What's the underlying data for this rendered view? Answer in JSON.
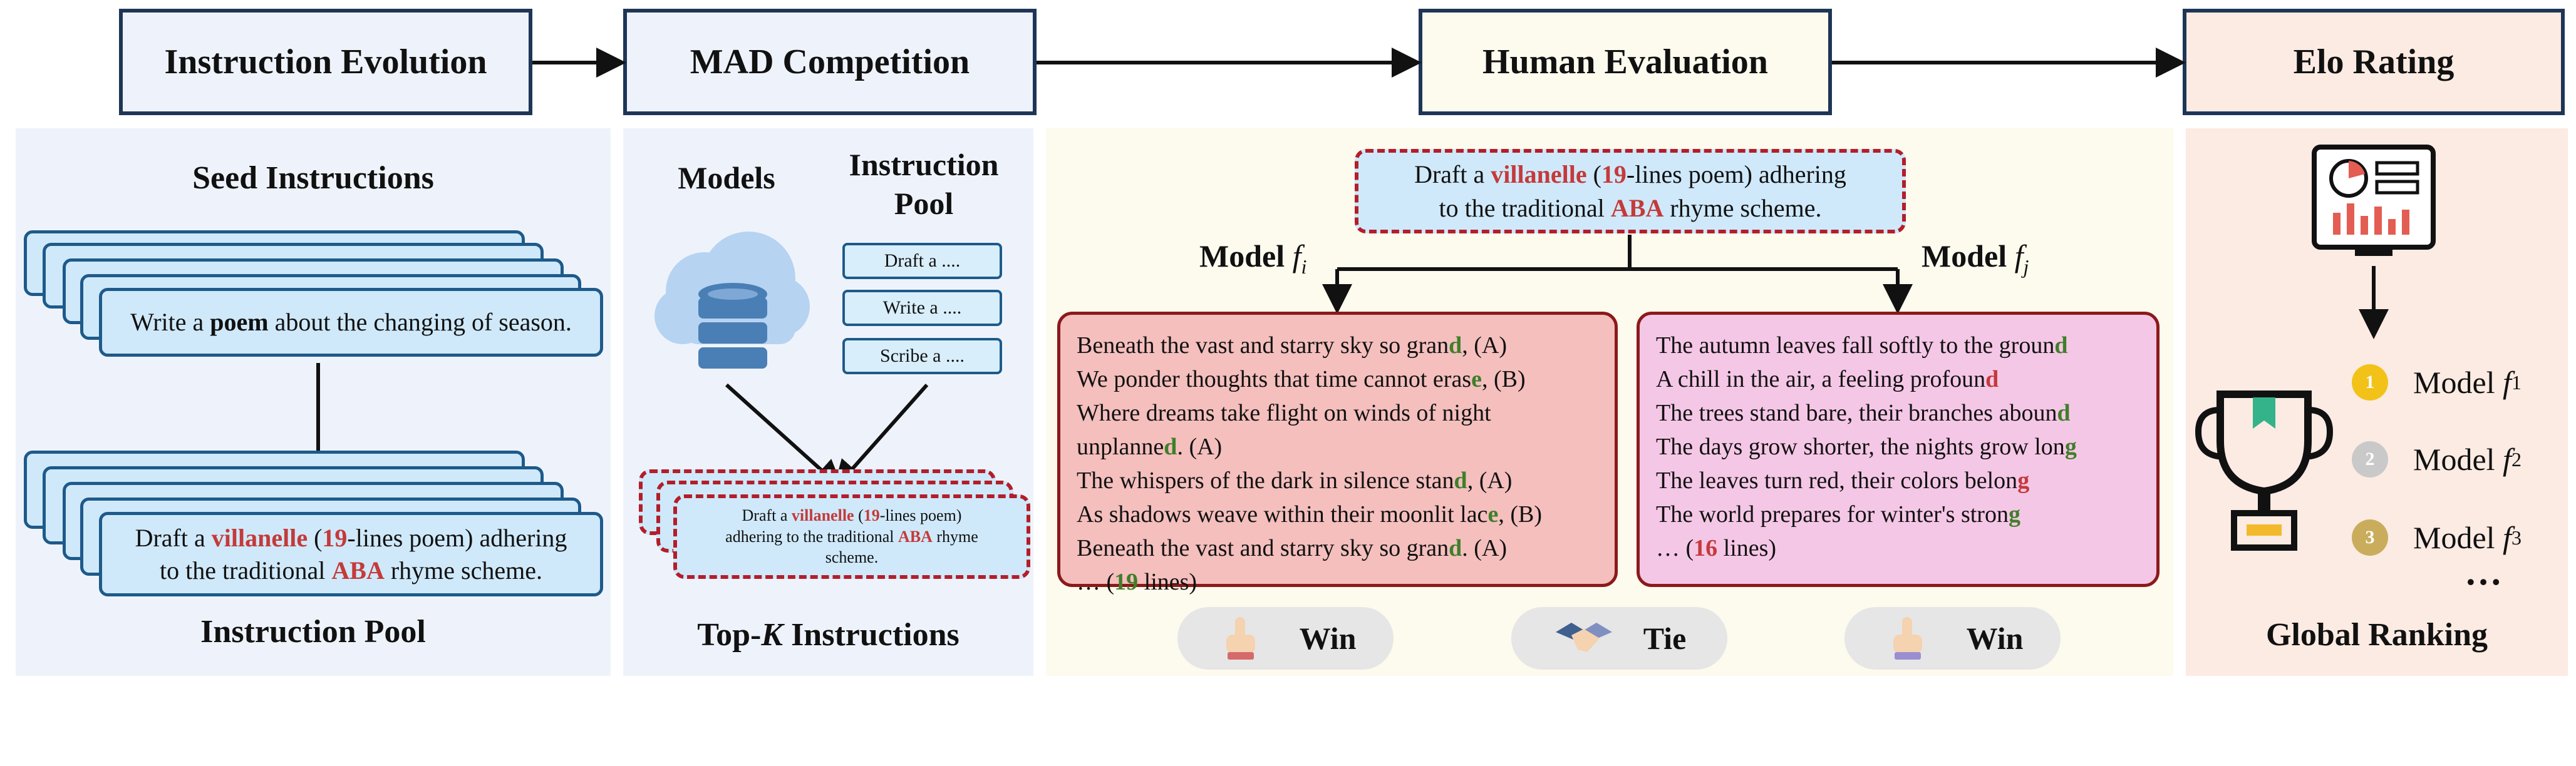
{
  "stages": {
    "instruction_evolution": "Instruction Evolution",
    "mad_competition": "MAD Competition",
    "human_evaluation": "Human Evaluation",
    "elo_rating": "Elo Rating"
  },
  "panel1": {
    "seed_title": "Seed Instructions",
    "seed_text_1": "Write a ",
    "seed_text_bold": "poem",
    "seed_text_2": " about the changing of season.",
    "pool_title": "Instruction Pool"
  },
  "evolved_instruction": {
    "p1": "Draft a ",
    "r1": "villanelle",
    "p2": " (",
    "r2": "19",
    "p3": "-lines poem) adhering",
    "p4": "to the traditional ",
    "r3": "ABA",
    "p5": " rhyme scheme.",
    "small_p3": "-lines poem)",
    "small_p4": "adhering to the traditional ",
    "small_p5": " rhyme",
    "small_p6": "scheme."
  },
  "panel2": {
    "models_title": "Models",
    "pool_title_1": "Instruction",
    "pool_title_2": "Pool",
    "pool_items": [
      "Draft a ....",
      "Write a ....",
      "Scribe a ...."
    ],
    "topk_1": "Top-",
    "topk_k": "K",
    "topk_2": " Instructions"
  },
  "panel3": {
    "model_word": "Model",
    "model_i_sub": "i",
    "model_j_sub": "j",
    "left_lines": [
      {
        "text": "Beneath the vast and starry sky so gran",
        "end": "d",
        "tail": ", (A)"
      },
      {
        "text": "We ponder thoughts that time cannot eras",
        "end": "e",
        "tail": ", (B)"
      },
      {
        "text": "Where dreams take flight on winds of night",
        "end": "",
        "tail": ""
      },
      {
        "text": "unplanne",
        "end": "d",
        "tail": ". (A)"
      },
      {
        "text": "The whispers of the dark in silence stan",
        "end": "d",
        "tail": ", (A)"
      },
      {
        "text": "As shadows weave within their moonlit lac",
        "end": "e",
        "tail": ", (B)"
      },
      {
        "text": "Beneath the vast and starry sky so gran",
        "end": "d",
        "tail": ". (A)"
      }
    ],
    "left_count_1": "… (",
    "left_count_num": "19",
    "left_count_2": " lines)",
    "right_lines": [
      {
        "text": "The autumn leaves fall softly to the groun",
        "end": "d"
      },
      {
        "text": "A chill in the air, a feeling profoun",
        "end": "d"
      },
      {
        "text": "The trees stand bare, their branches aboun",
        "end": "d"
      },
      {
        "text": "The days grow shorter, the nights grow lon",
        "end": "g"
      },
      {
        "text": "The leaves turn red, their colors belon",
        "end": "g"
      },
      {
        "text": "The world prepares for winter's stron",
        "end": "g"
      }
    ],
    "right_count_1": "… (",
    "right_count_num": "16",
    "right_count_2": " lines)",
    "win_left": "Win",
    "tie": "Tie",
    "win_right": "Win"
  },
  "panel4": {
    "model_word": "Model",
    "ranks": [
      "1",
      "2",
      "3"
    ],
    "ellipsis": "…",
    "global_ranking": "Global Ranking"
  },
  "colors": {
    "navy": "#1e3556",
    "card_blue": "#cfe9fa",
    "panel_blue": "#eef3fb",
    "panel_cream": "#fdfaee",
    "panel_peach": "#fbebe3",
    "accent_red": "#c43a3a",
    "accent_green": "#3f7f2a",
    "left_response": "#f4bfbd",
    "right_response": "#f5c7e6"
  }
}
